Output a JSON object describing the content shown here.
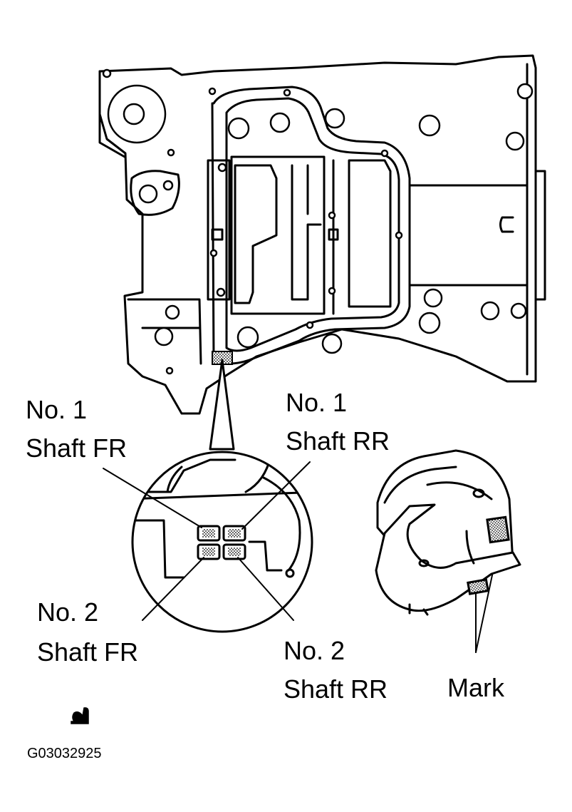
{
  "labels": {
    "no1_shaft_fr_line1": "No. 1",
    "no1_shaft_fr_line2": "Shaft FR",
    "no1_shaft_rr_line1": "No. 1",
    "no1_shaft_rr_line2": "Shaft RR",
    "no2_shaft_fr_line1": "No. 2",
    "no2_shaft_fr_line2": "Shaft FR",
    "no2_shaft_rr_line1": "No. 2",
    "no2_shaft_rr_line2": "Shaft RR",
    "mark": "Mark"
  },
  "figure_code": "G03032925",
  "icons": {
    "footer": "snail-icon"
  }
}
